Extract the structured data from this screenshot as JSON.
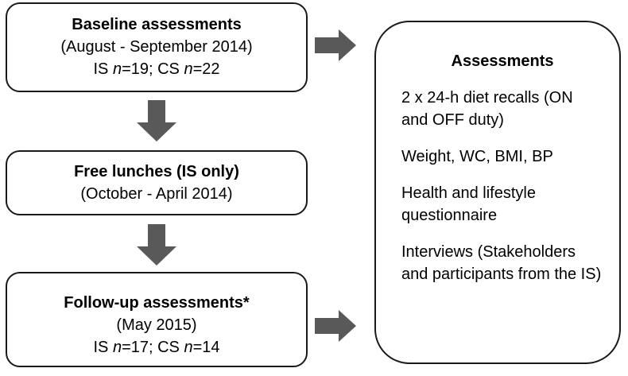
{
  "baseline": {
    "title": "Baseline assessments",
    "dates": "(August - September 2014)",
    "is_prefix": "IS ",
    "n_letter": "n",
    "is_value": "=19; CS ",
    "n_letter_2": "n",
    "cs_value": "=22"
  },
  "lunch": {
    "title": "Free lunches (IS only)",
    "dates": "(October - April 2014)"
  },
  "followup": {
    "title": "Follow-up assessments*",
    "dates": "(May 2015)",
    "is_prefix": "IS ",
    "n_letter": "n",
    "is_value": "=17; CS ",
    "n_letter_2": "n",
    "cs_value": "=14"
  },
  "assessments": {
    "title": "Assessments",
    "items": [
      "2 x 24-h diet recalls (ON and OFF duty)",
      "Weight, WC, BMI, BP",
      "Health and lifestyle questionnaire",
      "Interviews (Stakeholders and participants from the IS)"
    ]
  },
  "colors": {
    "arrow": "#595959",
    "border": "#1a1a1a"
  }
}
